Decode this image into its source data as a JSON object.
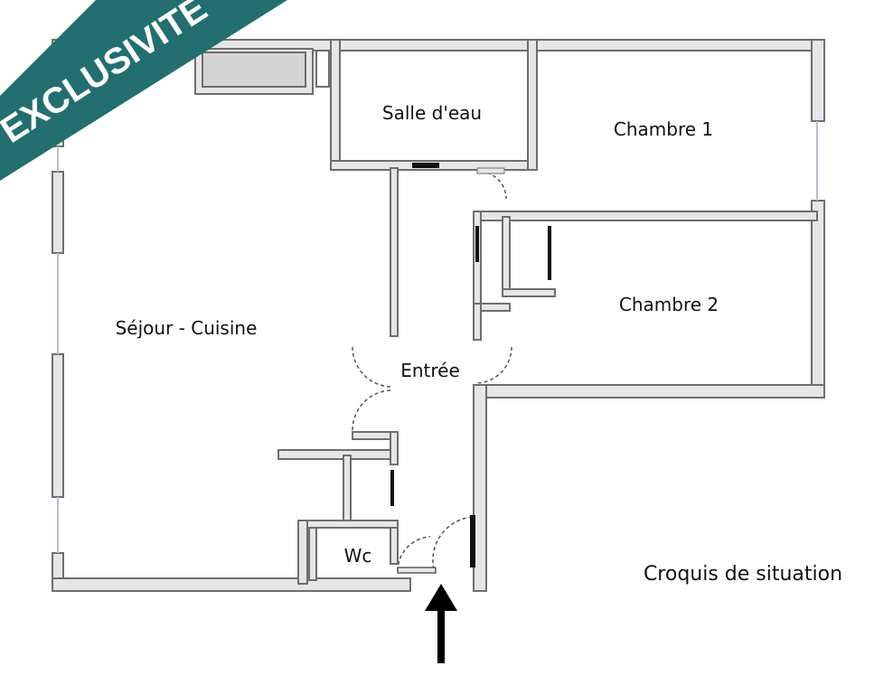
{
  "banner": {
    "text": "EXCLUSIVITÉ",
    "color": "#236F6F"
  },
  "rooms": {
    "salle_eau": "Salle d'eau",
    "chambre1": "Chambre 1",
    "chambre2": "Chambre 2",
    "sejour": "Séjour - Cuisine",
    "entree": "Entrée",
    "wc": "Wc"
  },
  "caption": "Croquis de situation",
  "colors": {
    "wall_fill": "#e6e6e6",
    "wall_stroke": "#6e6e6e",
    "window": "#b8bcd6",
    "door_arc": "#555555"
  }
}
